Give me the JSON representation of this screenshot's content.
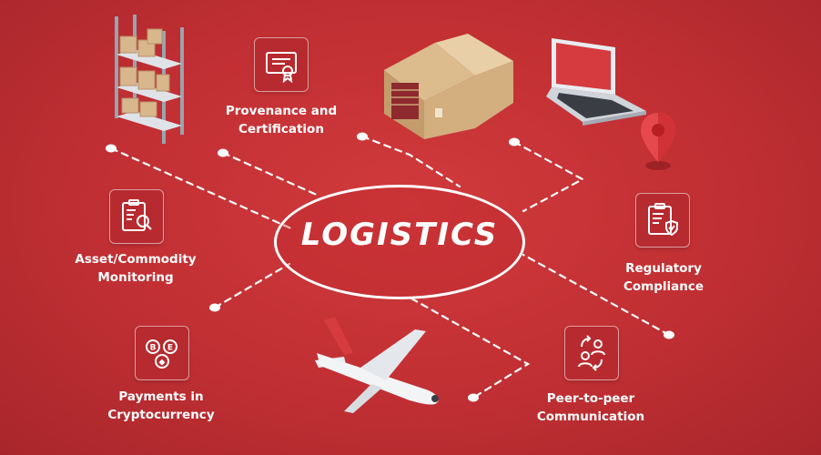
{
  "center": {
    "title": "LOGISTICS"
  },
  "nodes": [
    {
      "id": "provenance",
      "icon": "certificate-icon",
      "lines": [
        "Provenance and",
        "Certification"
      ]
    },
    {
      "id": "asset",
      "icon": "clipboard-search-icon",
      "lines": [
        "Asset/Commodity",
        "Monitoring"
      ]
    },
    {
      "id": "payments",
      "icon": "crypto-coins-icon",
      "lines": [
        "Payments in",
        "Cryptocurrency"
      ]
    },
    {
      "id": "regulatory",
      "icon": "clipboard-shield-icon",
      "lines": [
        "Regulatory",
        "Compliance"
      ]
    },
    {
      "id": "p2p",
      "icon": "people-exchange-icon",
      "lines": [
        "Peer-to-peer",
        "Communication"
      ]
    }
  ],
  "illustrations": [
    "warehouse-shelves-icon",
    "warehouse-building-icon",
    "laptop-icon",
    "location-pin-icon",
    "airplane-icon"
  ],
  "colors": {
    "background": "#c02f33",
    "tile": "#b72a2f",
    "line": "#ffffff",
    "text": "#ffffff"
  }
}
